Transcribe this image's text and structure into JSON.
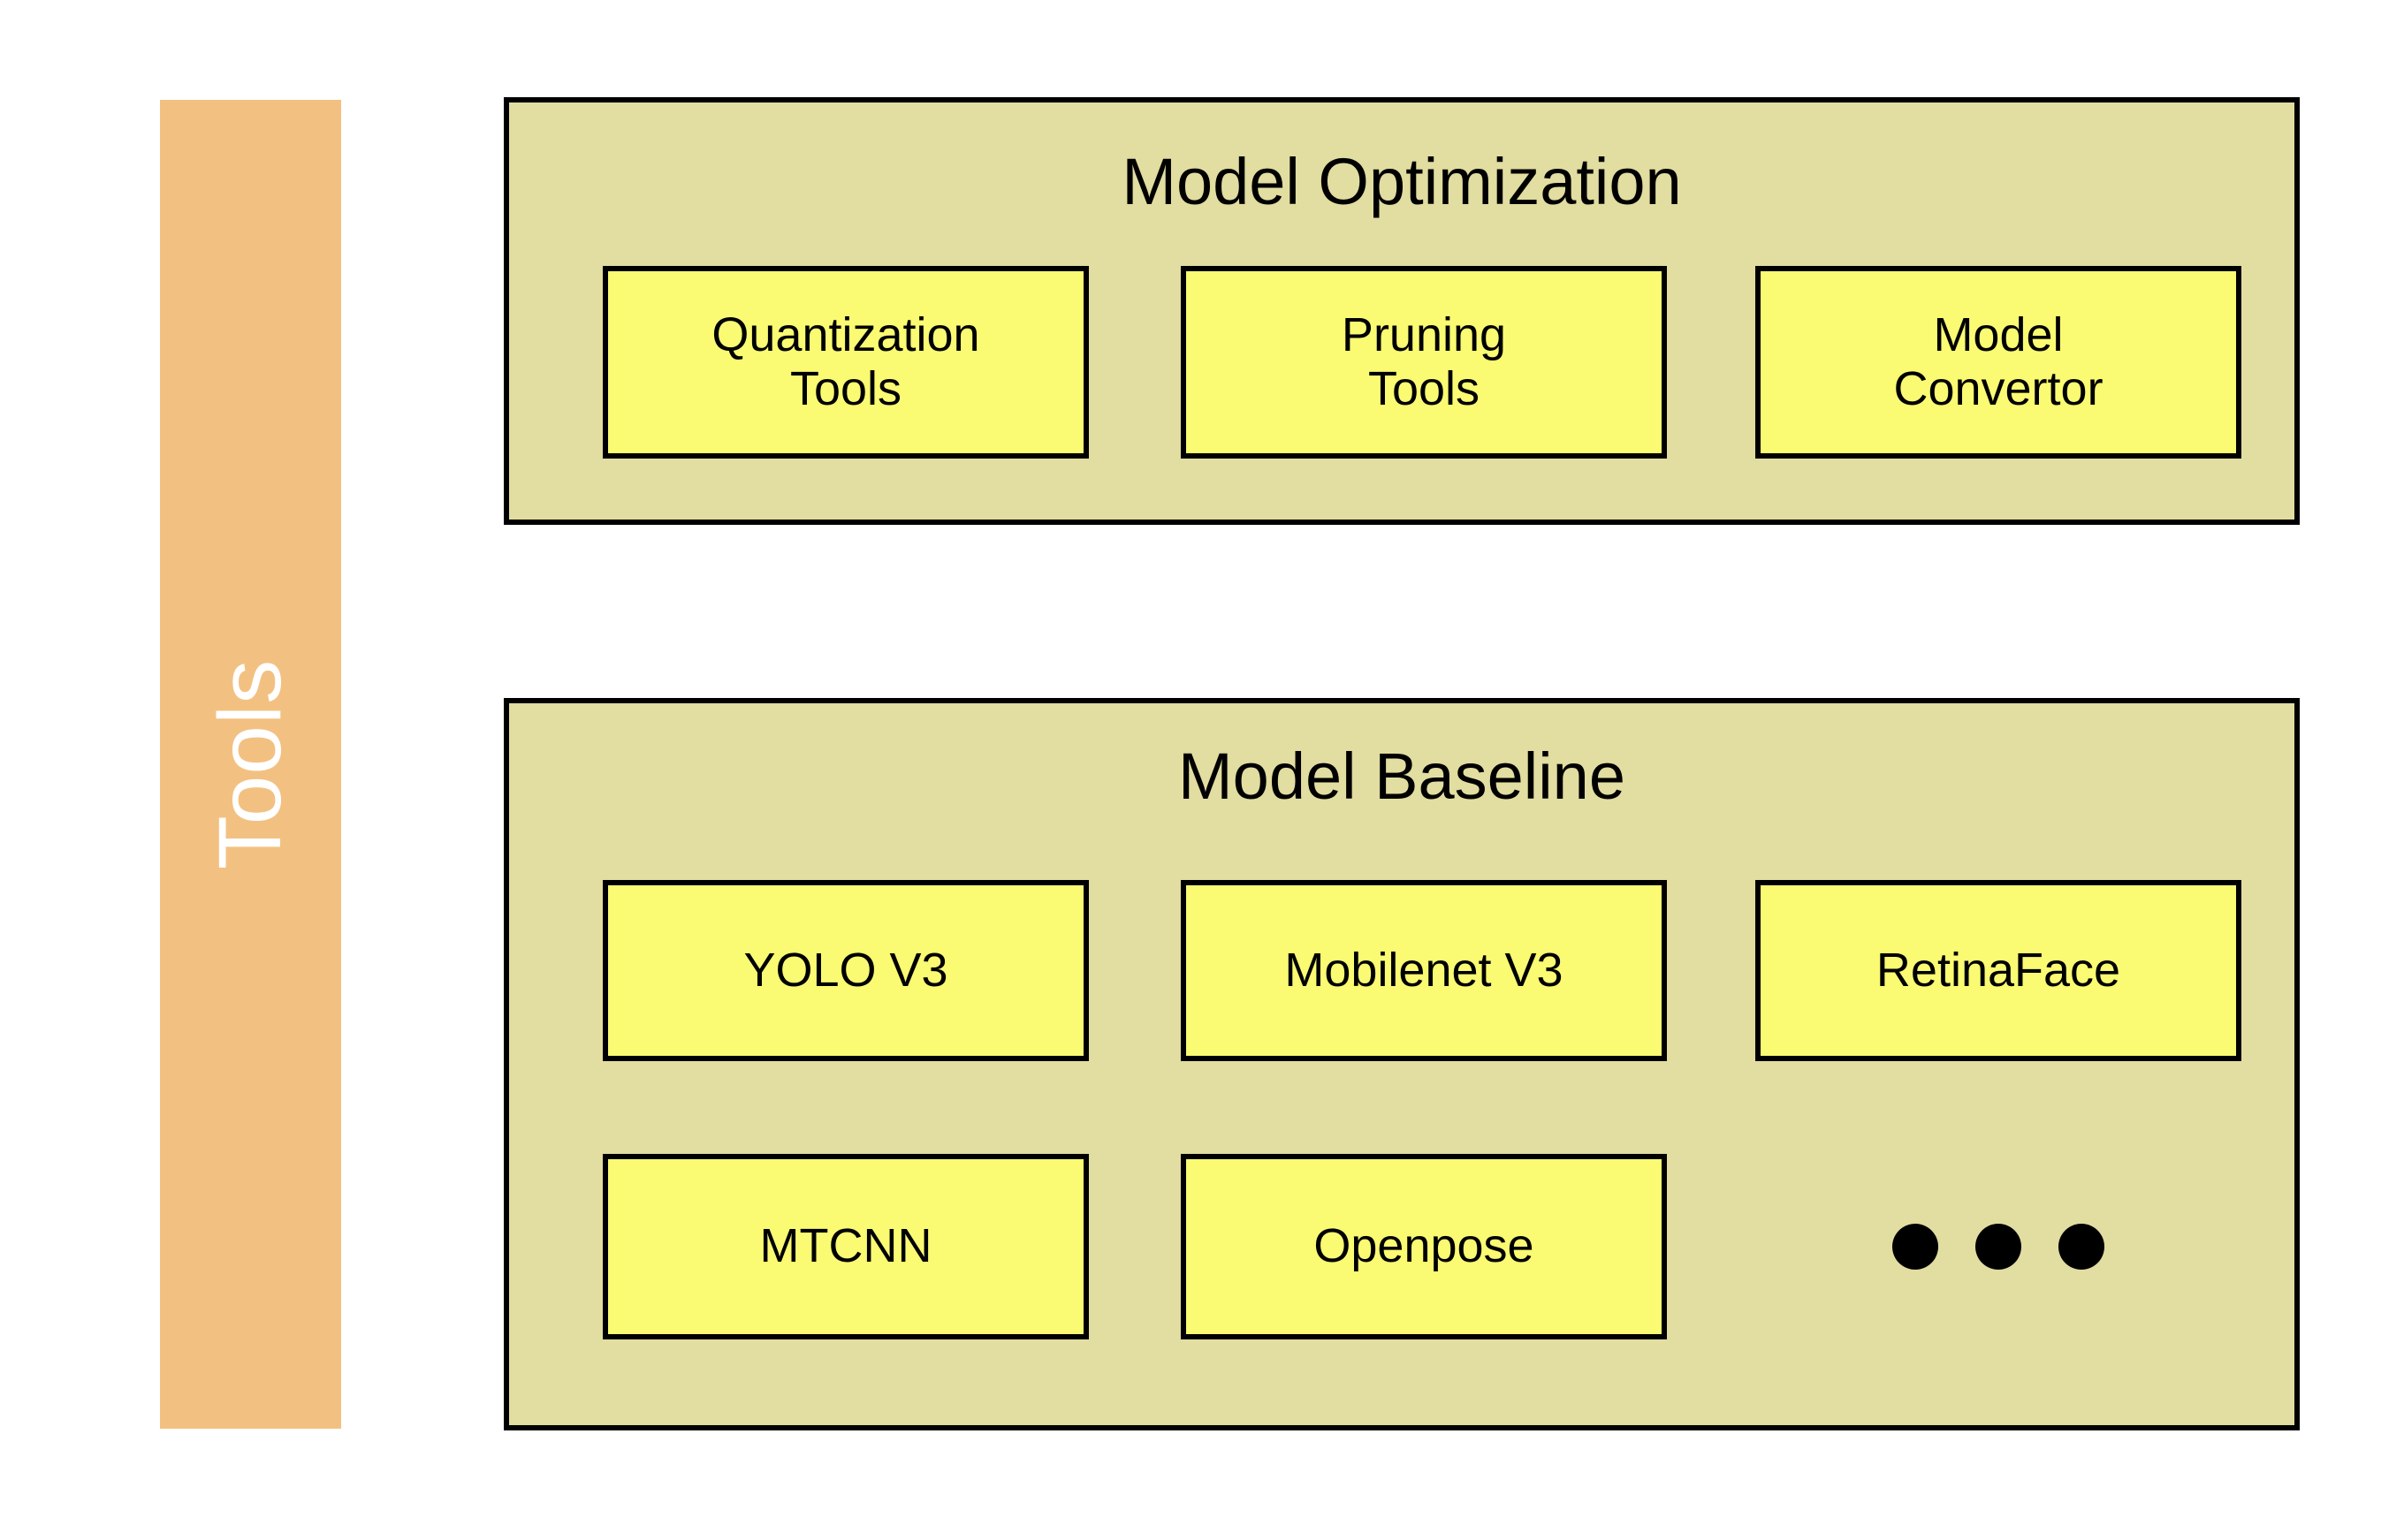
{
  "diagram": {
    "title": "Tools",
    "category_bar": {
      "label": "Tools",
      "color": "#f2c182",
      "text_color": "#ffffff"
    },
    "colors": {
      "panel_fill": "#e2dda0",
      "box_fill": "#fafa73",
      "border": "#000000",
      "background": "#ffffff"
    },
    "panels": [
      {
        "id": "model-optimization",
        "title": "Model Optimization",
        "items": [
          {
            "label": "Quantization\nTools"
          },
          {
            "label": "Pruning\nTools"
          },
          {
            "label": "Model\nConvertor"
          }
        ]
      },
      {
        "id": "model-baseline",
        "title": "Model Baseline",
        "items": [
          {
            "label": "YOLO V3"
          },
          {
            "label": "Mobilenet V3"
          },
          {
            "label": "RetinaFace"
          },
          {
            "label": "MTCNN"
          },
          {
            "label": "Openpose"
          }
        ],
        "ellipsis": {
          "name": "more-items-ellipsis",
          "dot_count": 3
        }
      }
    ]
  }
}
